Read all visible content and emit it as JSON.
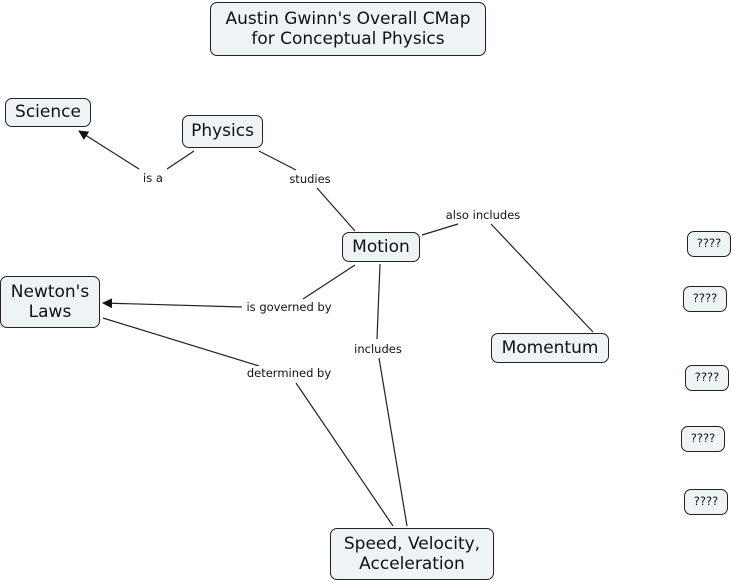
{
  "title": "Austin Gwinn's Overall CMap\nfor Conceptual Physics",
  "concepts": {
    "science": "Science",
    "physics": "Physics",
    "motion": "Motion",
    "newtons_laws": "Newton's\nLaws",
    "momentum": "Momentum",
    "speed_velocity_acceleration": "Speed, Velocity,\nAcceleration",
    "placeholders": [
      "????",
      "????",
      "????",
      "????",
      "????"
    ]
  },
  "linking_phrases": {
    "is_a": "is a",
    "studies": "studies",
    "also_includes": "also includes",
    "is_governed_by": "is governed by",
    "includes": "includes",
    "determined_by": "determined by"
  },
  "propositions": [
    {
      "from": "Physics",
      "via": "is a",
      "to": "Science"
    },
    {
      "from": "Physics",
      "via": "studies",
      "to": "Motion"
    },
    {
      "from": "Motion",
      "via": "also includes",
      "to": "Momentum"
    },
    {
      "from": "Motion",
      "via": "is governed by",
      "to": "Newton's Laws"
    },
    {
      "from": "Motion",
      "via": "includes",
      "to": "Speed, Velocity, Acceleration"
    },
    {
      "from": "Speed, Velocity, Acceleration",
      "via": "determined by",
      "to": "Newton's Laws"
    }
  ],
  "colors": {
    "node_fill": "#eef3f5",
    "node_border": "#222222",
    "line": "#222222"
  }
}
